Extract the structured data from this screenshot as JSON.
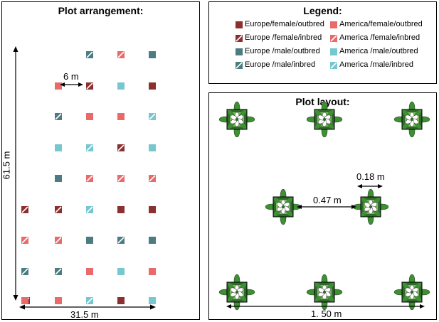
{
  "colors": {
    "europe_female": "#8b2f2f",
    "america_female": "#e86a6a",
    "europe_male": "#4a7c82",
    "america_male": "#76c7cf",
    "plant_outer": "#2e6b2b",
    "plant_inner": "#7fbf5c",
    "plant_leaf": "#3f8f34"
  },
  "plot_arrangement": {
    "title": "Plot arrangement:",
    "spacing_label": "6 m",
    "height_label": "61.5 m",
    "width_label": "31.5 m",
    "grid": [
      [
        "",
        "EMI",
        "AFI",
        "EMO",
        ""
      ],
      [
        "AFO",
        "EFI",
        "AMO",
        "EFO",
        ""
      ],
      [
        "EMI",
        "AFO",
        "AFO",
        "AMI",
        ""
      ],
      [
        "AMO",
        "AMI",
        "EFI",
        "AMO",
        ""
      ],
      [
        "EMO",
        "AFI",
        "AFI",
        "AFI",
        ""
      ],
      [
        "EFI",
        "AMI",
        "EFO",
        "EFO",
        ""
      ],
      [
        "AFI",
        "EMO",
        "EMI",
        "EMO",
        ""
      ],
      [
        "EMI",
        "AFO",
        "AMO",
        "AFO",
        ""
      ],
      [
        "AFO",
        "AMI",
        "EFO",
        "AMO",
        "EFI"
      ]
    ]
  },
  "legend": {
    "title": "Legend:",
    "items": [
      {
        "code": "EFO",
        "label": "Europe/female/outbred"
      },
      {
        "code": "AFO",
        "label": "America/female/outbred"
      },
      {
        "code": "EFI",
        "label": "Europe /female/inbred"
      },
      {
        "code": "AFI",
        "label": "America /female/inbred"
      },
      {
        "code": "EMO",
        "label": "Europe /male/outbred"
      },
      {
        "code": "AMO",
        "label": "America /male/outbred"
      },
      {
        "code": "EMI",
        "label": "Europe /male/inbred"
      },
      {
        "code": "AMI",
        "label": "America /male/inbred"
      }
    ]
  },
  "plot_layout": {
    "title": "Plot layout:",
    "plant_size_label": "0.18 m",
    "plant_gap_label": "0.47 m",
    "width_label": "1. 50 m"
  }
}
